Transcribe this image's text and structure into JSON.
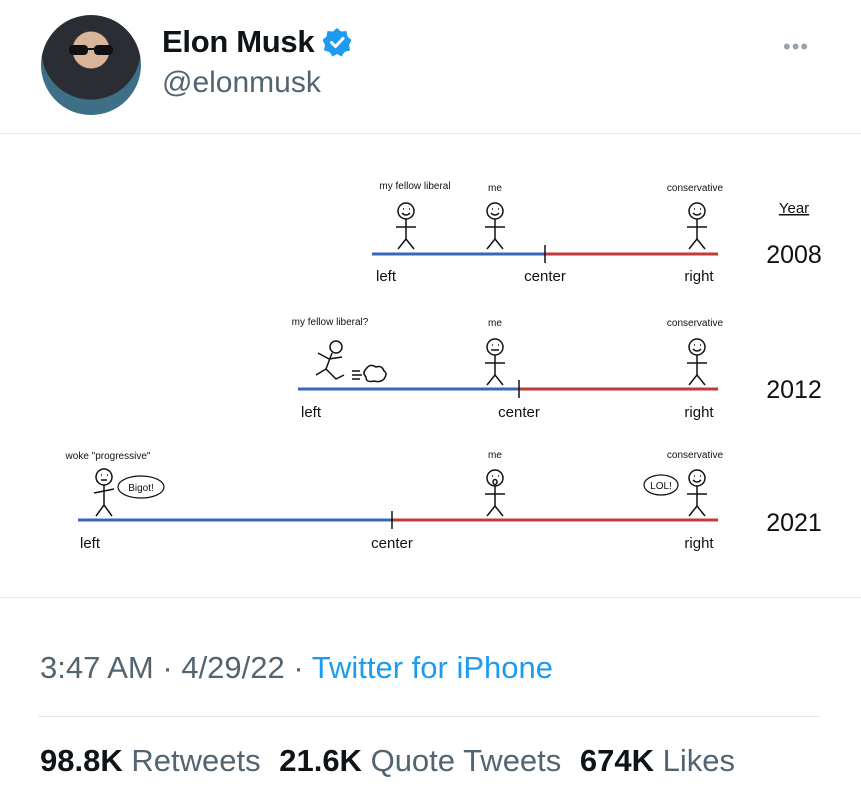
{
  "tweet": {
    "display_name": "Elon Musk",
    "handle": "@elonmusk",
    "verified": true,
    "more_icon": "more-horizontal-icon",
    "time": "3:47 AM",
    "separator": "·",
    "date": "4/29/22",
    "source": "Twitter for iPhone",
    "stats": [
      {
        "count": "98.8K",
        "label": "Retweets"
      },
      {
        "count": "21.6K",
        "label": "Quote Tweets"
      },
      {
        "count": "674K",
        "label": "Likes"
      }
    ]
  },
  "meme": {
    "year_header": "Year",
    "rows": [
      {
        "year": "2008",
        "left": "left",
        "center": "center",
        "right": "right",
        "figures": {
          "liberal": "my fellow liberal",
          "me": "me",
          "conservative": "conservative"
        }
      },
      {
        "year": "2012",
        "left": "left",
        "center": "center",
        "right": "right",
        "figures": {
          "liberal": "my fellow liberal?",
          "me": "me",
          "conservative": "conservative"
        }
      },
      {
        "year": "2021",
        "left": "left",
        "center": "center",
        "right": "right",
        "figures": {
          "liberal": "woke \"progressive\"",
          "me": "me",
          "conservative": "conservative"
        },
        "speech": {
          "woke": "Bigot!",
          "conservative": "LOL!"
        }
      }
    ],
    "colors": {
      "left_line": "#3b64b4",
      "right_line": "#c23a3a"
    }
  },
  "colors": {
    "accent": "#1d9bf0",
    "muted": "#536471"
  }
}
